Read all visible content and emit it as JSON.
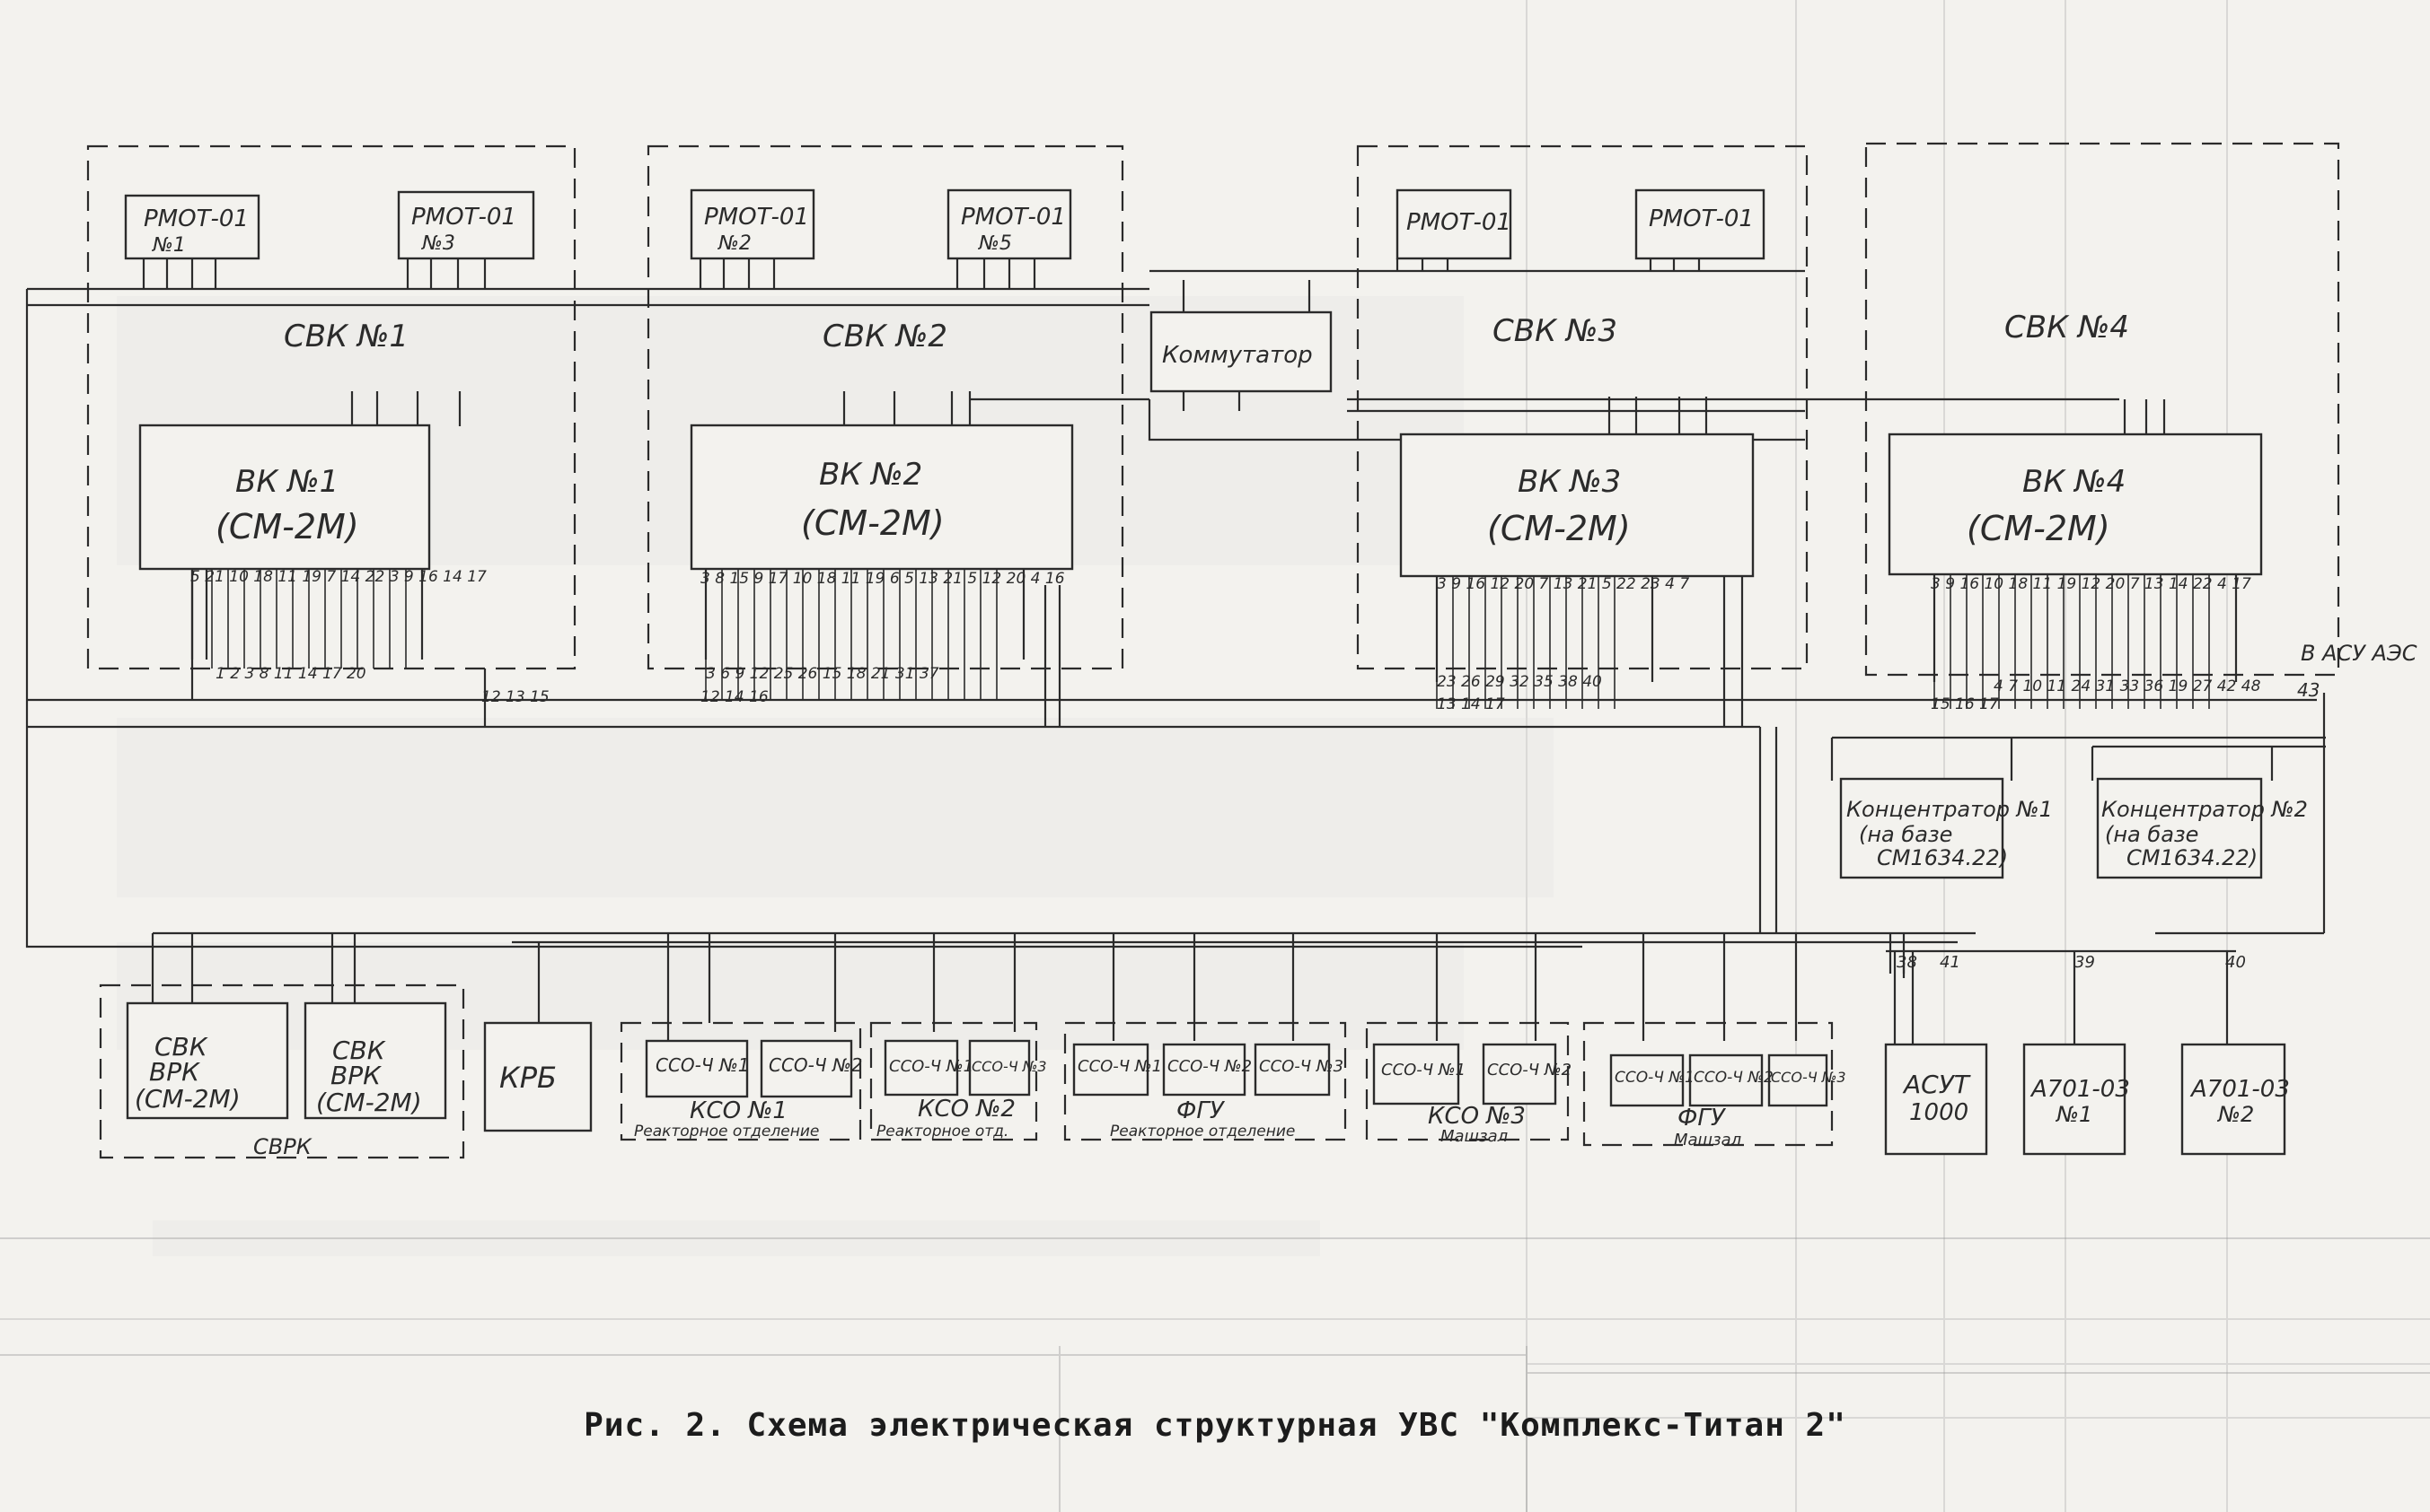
{
  "caption": "Рис. 2. Схема электрическая структурная УВС \"Комплекс-Титан 2\"",
  "groups": {
    "svk1": "СВК №1",
    "svk2": "СВК №2",
    "svk3": "СВК №3",
    "svk4": "СВК №4",
    "svrk": "СВРК"
  },
  "rmot": [
    {
      "title": "РМОТ-01",
      "num": "№1"
    },
    {
      "title": "РМОТ-01",
      "num": "№3"
    },
    {
      "title": "РМОТ-01",
      "num": "№2"
    },
    {
      "title": "РМОТ-01",
      "num": "№5"
    },
    {
      "title": "РМОТ-01",
      "num": ""
    },
    {
      "title": "РМОТ-01",
      "num": ""
    }
  ],
  "vk": [
    {
      "title": "ВК №1",
      "sub": "(СМ-2М)"
    },
    {
      "title": "ВК №2",
      "sub": "(СМ-2М)"
    },
    {
      "title": "ВК №3",
      "sub": "(СМ-2М)"
    },
    {
      "title": "ВК №4",
      "sub": "(СМ-2М)"
    }
  ],
  "kommutator": "Коммутатор",
  "acu_label": "В АСУ АЭС",
  "concentrators": [
    {
      "l1": "Концентратор №1",
      "l2": "(на базе",
      "l3": "СМ1634.22)"
    },
    {
      "l1": "Концентратор №2",
      "l2": "(на базе",
      "l3": "СМ1634.22)"
    }
  ],
  "svk_vrk": [
    {
      "l1": "СВК",
      "l2": "ВРК",
      "l3": "(СМ-2М)"
    },
    {
      "l1": "СВК",
      "l2": "ВРК",
      "l3": "(СМ-2М)"
    }
  ],
  "krb": "КРБ",
  "kso": [
    {
      "title": "КСО №1",
      "sub": "Реакторное отделение",
      "cco": [
        "ССО-Ч №1",
        "ССО-Ч №2"
      ]
    },
    {
      "title": "КСО №2",
      "sub": "Реакторное отд.",
      "cco": [
        "ССО-Ч №1",
        "ССО-Ч №3"
      ]
    },
    {
      "title": "ФГУ",
      "sub": "Реакторное отделение",
      "cco": [
        "ССО-Ч №1",
        "ССО-Ч №2",
        "ССО-Ч №3"
      ]
    },
    {
      "title": "КСО №3",
      "sub": "Машзал",
      "cco": [
        "ССО-Ч №1",
        "ССО-Ч №2"
      ]
    },
    {
      "title": "ФГУ",
      "sub": "Машзал",
      "cco": [
        "ССО-Ч №1",
        "ССО-Ч №2",
        "ССО-Ч №3"
      ]
    }
  ],
  "asut": {
    "l1": "АСУТ",
    "l2": "1000"
  },
  "a701": [
    {
      "l1": "А701-03",
      "l2": "№1"
    },
    {
      "l1": "А701-03",
      "l2": "№2"
    }
  ],
  "line_numbers": {
    "acu": "43",
    "asut": "38",
    "asut2": "41",
    "a1": "39",
    "a2": "40"
  }
}
